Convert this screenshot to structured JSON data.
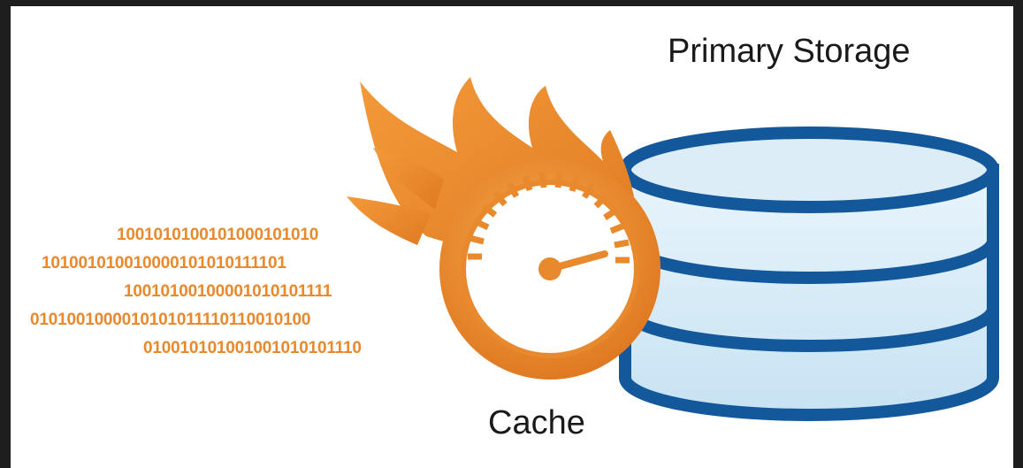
{
  "diagram": {
    "primary_storage_label": "Primary Storage",
    "cache_label": "Cache",
    "binary_lines": [
      "1001010100101000101010",
      "101001010010000101010111101",
      "10010100100001010101111",
      "0101001000010101011110110010100",
      "010010101001001010101110"
    ],
    "icons": [
      "flame-icon",
      "speedometer-icon",
      "database-icon"
    ],
    "colors": {
      "orange": "#e8892e",
      "blue": "#14589c",
      "light_blue": "#d8ecf8",
      "text": "#1a1a1a",
      "frame": "#1e1e1e"
    }
  }
}
